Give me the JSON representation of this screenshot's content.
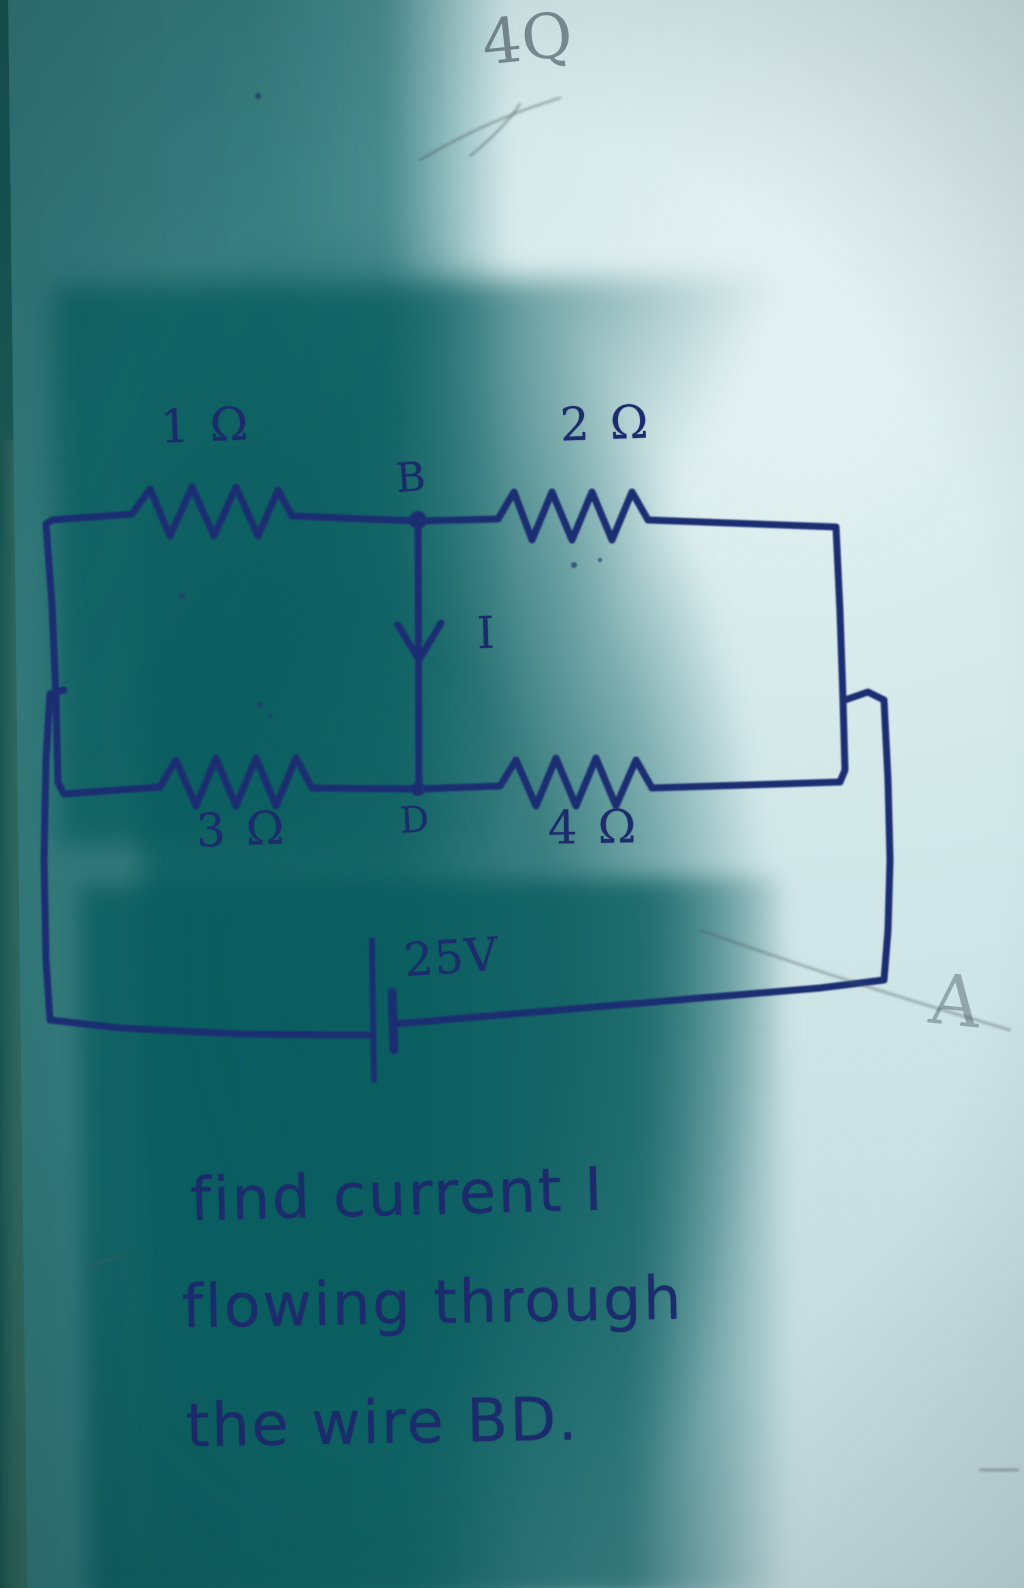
{
  "photo": {
    "media": "handwritten-notebook-page-photo",
    "paper_color": "#cfe3e6",
    "ink_color": "#1c2b6b",
    "pencil_color": "#46525c",
    "shadow_color": "#0a5c5e",
    "desk_color": "#b5905c"
  },
  "annotations": {
    "top_pencil_mark": "4Q",
    "right_pencil_mark": "A"
  },
  "circuit": {
    "title": "wheatstone-bridge-circuit",
    "nodes": [
      {
        "id": "B",
        "label": "B"
      },
      {
        "id": "D",
        "label": "D"
      }
    ],
    "resistors": [
      {
        "id": "r1",
        "label": "1 Ω",
        "value": 1,
        "unit": "Ω",
        "branch": "top-left",
        "between": "A-B"
      },
      {
        "id": "r2",
        "label": "2 Ω",
        "value": 2,
        "unit": "Ω",
        "branch": "top-right",
        "between": "B-C"
      },
      {
        "id": "r3",
        "label": "3 Ω",
        "value": 3,
        "unit": "Ω",
        "branch": "bottom-left",
        "between": "A-D"
      },
      {
        "id": "r4",
        "label": "4 Ω",
        "value": 4,
        "unit": "Ω",
        "branch": "bottom-right",
        "between": "D-C"
      }
    ],
    "bridge": {
      "id": "BD",
      "label": "I",
      "current_label": "I",
      "direction": "B-to-D",
      "arrow": "down"
    },
    "source": {
      "id": "battery",
      "label": "25V",
      "value": 25,
      "unit": "V",
      "type": "dc-battery"
    }
  },
  "question": {
    "lines": [
      "find current I",
      "flowing through",
      "the wire BD."
    ],
    "line1": "find current I",
    "line2": "flowing through",
    "line3": "the wire BD."
  }
}
